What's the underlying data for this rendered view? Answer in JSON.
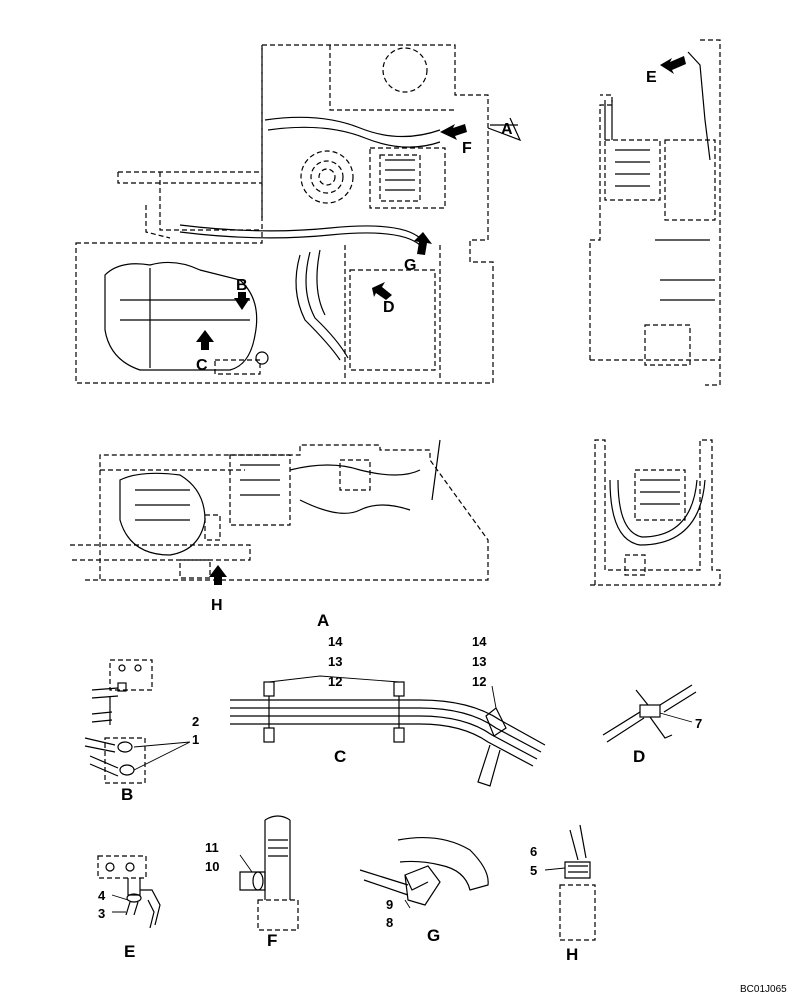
{
  "views": {
    "A": "A",
    "B": "B",
    "C": "C",
    "D": "D",
    "E": "E",
    "F": "F",
    "G": "G",
    "H": "H"
  },
  "callouts": {
    "arrow_e": "E",
    "arrow_f": "F",
    "arrow_a": "A",
    "arrow_g": "G",
    "arrow_d": "D",
    "arrow_b": "B",
    "arrow_c": "C",
    "arrow_h": "H"
  },
  "parts": {
    "p1": "1",
    "p2": "2",
    "p3": "3",
    "p4": "4",
    "p5": "5",
    "p6": "6",
    "p7": "7",
    "p8": "8",
    "p9": "9",
    "p10": "10",
    "p11": "11",
    "c12": "12",
    "c13": "13",
    "c14": "14",
    "r12": "12",
    "r13": "13",
    "r14": "14"
  },
  "drawing_code": "BC01J065"
}
